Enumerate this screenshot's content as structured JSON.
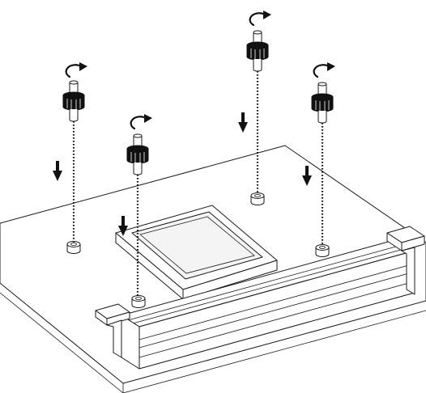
{
  "diagram": {
    "steps": [
      "screw-1",
      "screw-2",
      "screw-3",
      "screw-4"
    ],
    "colors": {
      "ink": "#111111",
      "board": "#ffffff",
      "shade": "#f4f4f4"
    },
    "icons": [
      "rotate-arrow-icon",
      "down-arrow-icon"
    ]
  }
}
